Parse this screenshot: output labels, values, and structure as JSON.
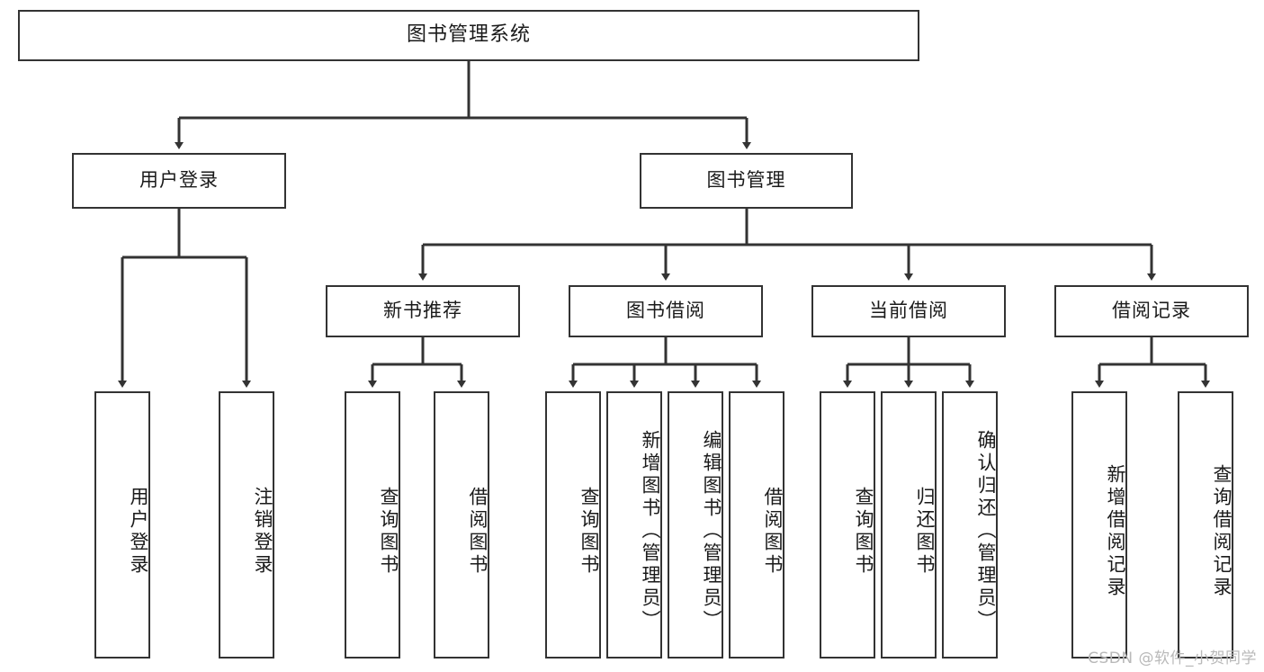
{
  "diagram": {
    "title": "图书管理系统",
    "type": "tree-hierarchy-chart",
    "colors": {
      "box_border": "#333333",
      "box_fill": "#ffffff",
      "connector": "#333333",
      "text": "#1a1a1a",
      "watermark": "#b9b9b9"
    },
    "nodes": {
      "root": {
        "label": "图书管理系统"
      },
      "level1": [
        {
          "label": "用户登录"
        },
        {
          "label": "图书管理"
        }
      ],
      "level2": [
        {
          "label": "新书推荐"
        },
        {
          "label": "图书借阅"
        },
        {
          "label": "当前借阅"
        },
        {
          "label": "借阅记录"
        }
      ],
      "leaves_user_login": [
        {
          "label": "用户登录"
        },
        {
          "label": "注销登录"
        }
      ],
      "leaves_new_book": [
        {
          "label": "查询图书"
        },
        {
          "label": "借阅图书"
        }
      ],
      "leaves_borrow": [
        {
          "label": "查询图书"
        },
        {
          "label": "新增图书（管理员）"
        },
        {
          "label": "编辑图书（管理员）"
        },
        {
          "label": "借阅图书"
        }
      ],
      "leaves_current": [
        {
          "label": "查询图书"
        },
        {
          "label": "归还图书"
        },
        {
          "label": "确认归还（管理员）"
        }
      ],
      "leaves_record": [
        {
          "label": "新增借阅记录"
        },
        {
          "label": "查询借阅记录"
        }
      ]
    }
  },
  "watermark": {
    "text": "CSDN @软件_小贺同学"
  }
}
